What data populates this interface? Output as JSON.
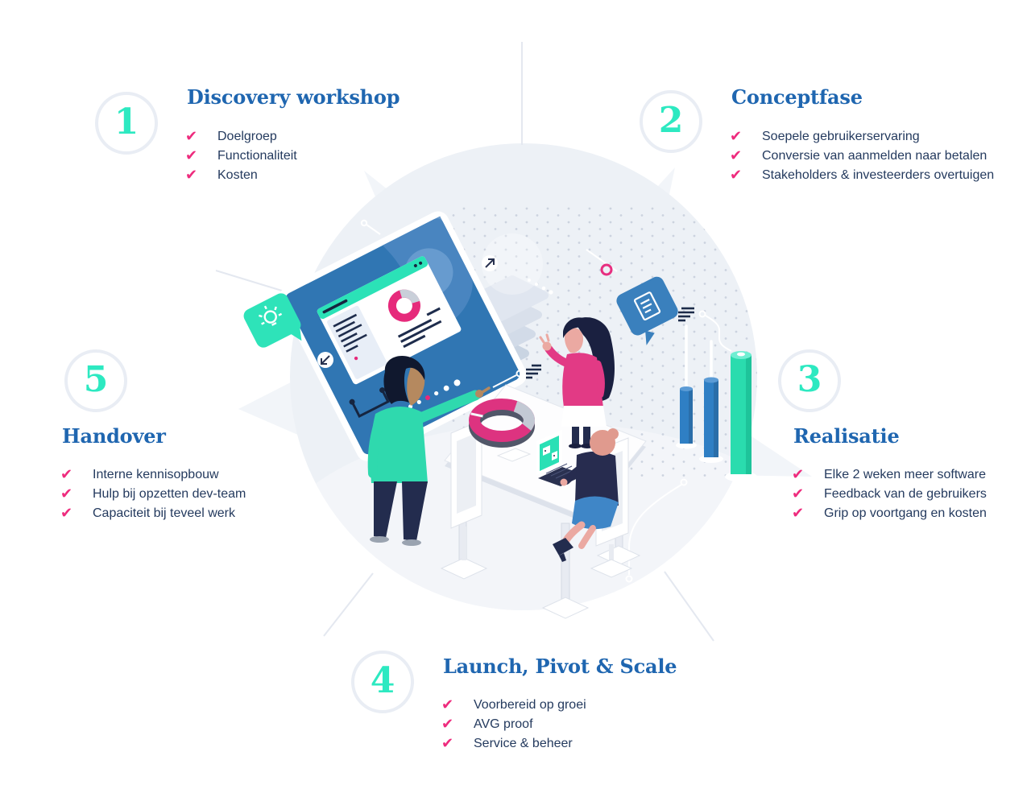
{
  "sections": [
    {
      "number": "1",
      "title": "Discovery workshop",
      "items": [
        "Doelgroep",
        "Functionaliteit",
        "Kosten"
      ]
    },
    {
      "number": "2",
      "title": "Conceptfase",
      "items": [
        "Soepele gebruikerservaring",
        "Conversie van aanmelden naar betalen",
        "Stakeholders & investeerders overtuigen"
      ]
    },
    {
      "number": "3",
      "title": "Realisatie",
      "items": [
        "Elke 2 weken meer software",
        "Feedback van de gebruikers",
        "Grip op voortgang en kosten"
      ]
    },
    {
      "number": "4",
      "title": "Launch, Pivot & Scale",
      "items": [
        "Voorbereid op groei",
        "AVG proof",
        "Service & beheer"
      ]
    },
    {
      "number": "5",
      "title": "Handover",
      "items": [
        "Interne kennisopbouw",
        "Hulp bij opzetten dev-team",
        "Capaciteit bij teveel werk"
      ]
    }
  ],
  "checkmark_glyph": "✔",
  "colors": {
    "title_blue": "#1f66b0",
    "text_navy": "#243a5e",
    "check_pink": "#ee2b7d",
    "number_teal": "#2de9c1",
    "ring_gray": "#e9edf4",
    "circle_bg": "#edf1f6",
    "screen_blue": "#3076b3",
    "teal_accent": "#2ee3b9",
    "pink_accent": "#e0357f"
  },
  "illustration": {
    "scene": "team-around-table-with-presentation-screen",
    "icons": [
      "lightbulb-speech-bubble",
      "document-speech-bubble",
      "donut-chart",
      "cylinder-bar-chart",
      "laptop",
      "arrow-badges"
    ]
  }
}
